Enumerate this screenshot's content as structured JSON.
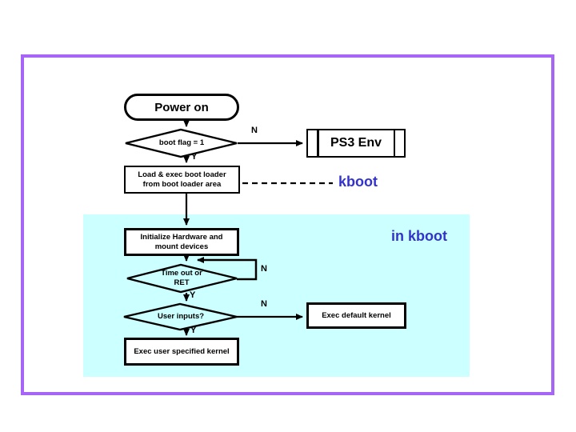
{
  "colors": {
    "frame_border": "#a765f8",
    "kboot_region_bg": "#ccffff",
    "blue_label": "#3333cc",
    "node_border": "#000000",
    "node_bg": "#ffffff"
  },
  "flowchart": {
    "power_on": "Power on",
    "boot_flag": "boot flag = 1",
    "ps3_env": "PS3 Env",
    "load_boot_loader": {
      "line1": "Load & exec boot loader",
      "line2": "from boot loader area"
    },
    "kboot": "kboot",
    "in_kboot": "in kboot",
    "init_hardware": {
      "line1": "Initialize Hardware and",
      "line2": "mount devices"
    },
    "time_out": {
      "line1": "Time out or",
      "line2": "RET"
    },
    "user_inputs": "User inputs?",
    "exec_default_kernel": "Exec default kernel",
    "exec_user_kernel": "Exec user specified kernel",
    "labels": {
      "boot_flag_no": "N",
      "boot_flag_yes": "Y",
      "time_out_no": "N",
      "time_out_yes": "Y",
      "user_inputs_no": "N",
      "user_inputs_yes": "Y"
    }
  }
}
